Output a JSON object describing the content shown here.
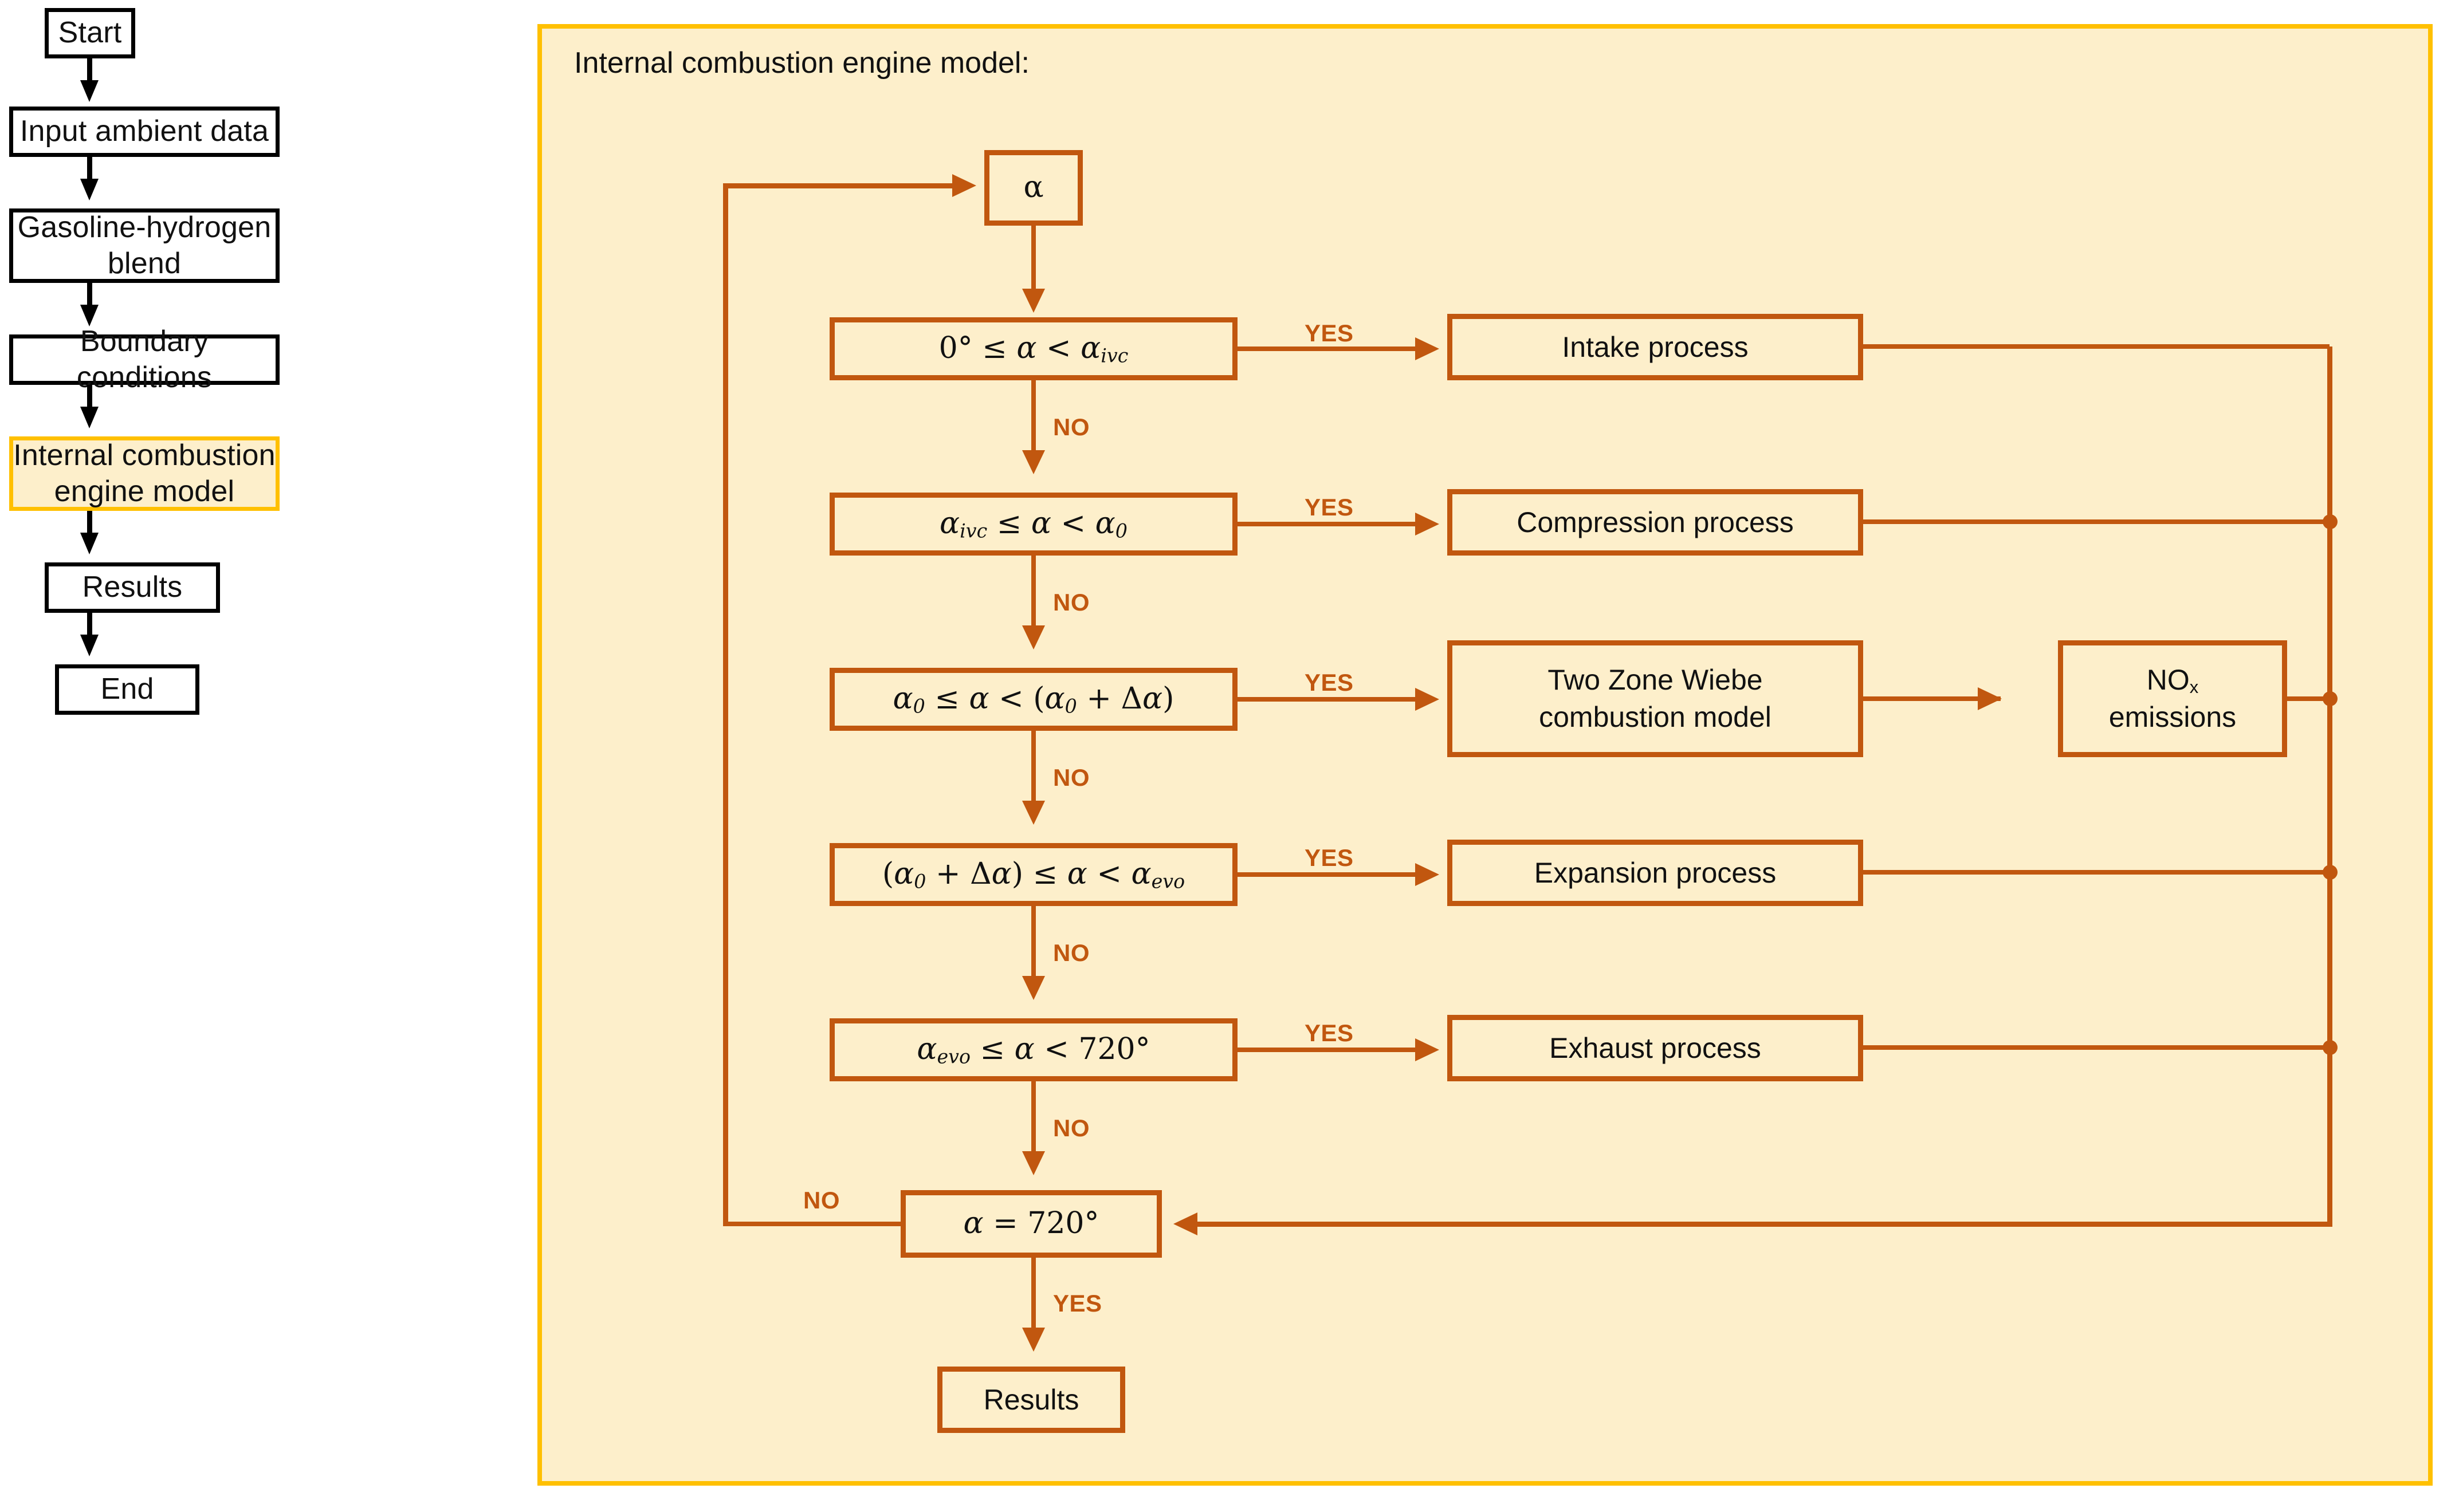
{
  "left_flow": {
    "nodes": [
      {
        "id": "start",
        "label": "Start"
      },
      {
        "id": "input",
        "label": "Input ambient data"
      },
      {
        "id": "blend",
        "label": "Gasoline-hydrogen\nblend"
      },
      {
        "id": "boundary",
        "label": "Boundary conditions"
      },
      {
        "id": "ice",
        "label": "Internal combustion\nengine model",
        "highlighted": true
      },
      {
        "id": "results",
        "label": "Results"
      },
      {
        "id": "end",
        "label": "End"
      }
    ]
  },
  "panel": {
    "title": "Internal combustion engine model:",
    "border_color": "#FFC000",
    "fill_color": "#FDEFCB",
    "line_color": "#C1570F"
  },
  "diagram": {
    "alpha_node": {
      "label": "α"
    },
    "decisions": [
      {
        "id": "d1",
        "math_html": "0° ≤ <i>α</i> &lt; <i>α</i><sub>ivc</sub>",
        "plain": "0° ≤ α < α_ivc",
        "yes_label": "YES",
        "no_label": "NO"
      },
      {
        "id": "d2",
        "math_html": "<i>α</i><sub>ivc</sub> ≤ <i>α</i> &lt; <i>α</i><sub>0</sub>",
        "plain": "α_ivc ≤ α < α_0",
        "yes_label": "YES",
        "no_label": "NO"
      },
      {
        "id": "d3",
        "math_html": "<i>α</i><sub>0</sub> ≤ <i>α</i> &lt; (<i>α</i><sub>0</sub> + Δ<i>α</i>)",
        "plain": "α_0 ≤ α < (α_0 + Δα)",
        "yes_label": "YES",
        "no_label": "NO"
      },
      {
        "id": "d4",
        "math_html": "(<i>α</i><sub>0</sub> + Δ<i>α</i>) ≤ <i>α</i> &lt; <i>α</i><sub>evo</sub>",
        "plain": "(α_0 + Δα) ≤ α < α_evo",
        "yes_label": "YES",
        "no_label": "NO"
      },
      {
        "id": "d5",
        "math_html": "<i>α</i><sub>evo</sub> ≤ <i>α</i> &lt; 720°",
        "plain": "α_evo ≤ α < 720°",
        "yes_label": "YES",
        "no_label": "NO"
      }
    ],
    "processes": [
      {
        "id": "p1",
        "label": "Intake process"
      },
      {
        "id": "p2",
        "label": "Compression process"
      },
      {
        "id": "p3",
        "label": "Two Zone Wiebe\ncombustion model"
      },
      {
        "id": "p4",
        "label": "Expansion process"
      },
      {
        "id": "p5",
        "label": "Exhaust process"
      }
    ],
    "nox": {
      "text_main": "NO",
      "text_sub": "x",
      "text_line2": "emissions"
    },
    "loop_check": {
      "math_html": "<i>α</i> = 720°",
      "plain": "α = 720°",
      "no_label": "NO",
      "yes_label": "YES"
    },
    "results": {
      "label": "Results"
    }
  }
}
